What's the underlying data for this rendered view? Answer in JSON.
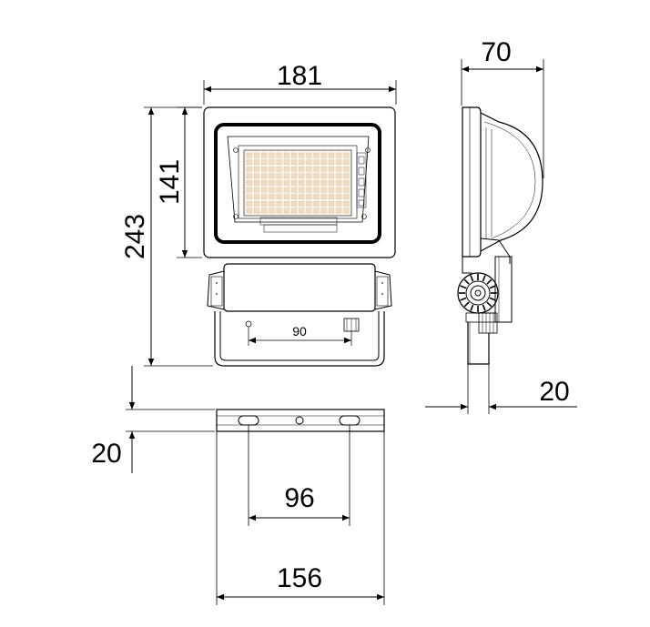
{
  "dimensions": {
    "front_width": "181",
    "front_head_height": "141",
    "front_total_height": "243",
    "front_bracket_hole_spacing": "90",
    "side_depth": "70",
    "side_bracket_thickness": "20",
    "bracket_thickness": "20",
    "bracket_hole_spacing": "96",
    "bracket_length": "156"
  },
  "colors": {
    "line": "#000000",
    "led": "#f1dcc0",
    "fill_light": "#f4f4f4"
  }
}
